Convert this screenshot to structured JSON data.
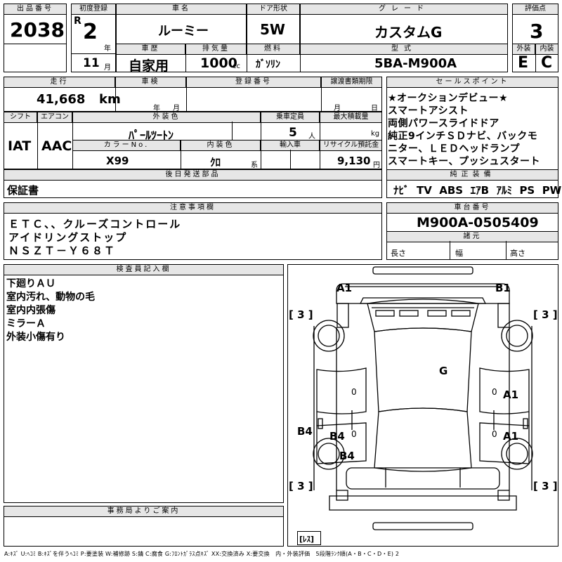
{
  "header": {
    "lot_label": "出品番号",
    "lot_value": "2038",
    "reg_label": "初度登録",
    "era": "R",
    "reg_year": "2",
    "year_unit": "年",
    "reg_month": "11",
    "month_unit": "月",
    "car_name_label": "車名",
    "car_name": "ルーミー",
    "door_label": "ドア形状",
    "door": "5W",
    "grade_label": "グレード",
    "grade": "カスタムG",
    "score_label": "評価点",
    "score": "3",
    "history_label": "車歴",
    "history": "自家用",
    "displacement_label": "排気量",
    "displacement": "1000",
    "displacement_unit": "cc",
    "fuel_label": "燃料",
    "fuel": "ｶﾞｿﾘﾝ",
    "model_label": "型式",
    "model": "5BA-M900A",
    "ext_grade_label": "外装",
    "ext_grade": "E",
    "int_grade_label": "内装",
    "int_grade": "C"
  },
  "row2": {
    "mileage_label": "走行",
    "mileage": "41,668",
    "mileage_unit": "km",
    "inspection_label": "車検",
    "insp_year_unit": "年",
    "insp_month_unit": "月",
    "plate_label": "登録番号",
    "transfer_label": "譲渡書類期限",
    "transfer_month_unit": "月",
    "transfer_day_unit": "日"
  },
  "row3": {
    "shift_label": "シフト",
    "shift": "IAT",
    "ac_label": "エアコン",
    "ac": "AAC",
    "ext_color_label": "外装色",
    "ext_color": "ﾊﾟｰﾙﾂｰﾄﾝ",
    "capacity_label": "乗車定員",
    "capacity": "5",
    "capacity_unit": "人",
    "max_load_label": "最大積載量",
    "max_load_unit": "kg",
    "color_no_label": "カラーNo.",
    "color_no": "X99",
    "int_color_label": "内装色",
    "int_color": "ｸﾛ",
    "int_color_suffix": "系",
    "import_label": "輸入車",
    "recycle_label": "リサイクル預託金",
    "recycle": "9,130",
    "recycle_unit": "円"
  },
  "later_docs": {
    "label": "後日発送部品",
    "value": "保証書"
  },
  "sales_points": {
    "label": "セールスポイント",
    "lines": [
      "★オークションデビュー★",
      "スマートアシスト",
      "両側パワースライドドア",
      "純正9インチＳＤナビ、バックモ",
      "ニター、ＬＥＤヘッドランプ",
      "スマートキー、プッシュスタート"
    ]
  },
  "equipment": {
    "label": "純正装備",
    "items": [
      "ﾅﾋﾞ",
      "TV",
      "ABS",
      "ｴｱB",
      "ｱﾙﾐ",
      "PS",
      "PW"
    ]
  },
  "notes": {
    "label": "注意事項欄",
    "lines": [
      "ＥＴＣ、、クルーズコントロール",
      "アイドリングストップ",
      "ＮＳＺＴ－Ｙ６８Ｔ"
    ]
  },
  "chassis": {
    "label": "車台番号",
    "value": "M900A-0505409",
    "specs_label": "諸元",
    "length": "長さ",
    "width": "幅",
    "height": "高さ"
  },
  "inspector": {
    "label": "検査員記入欄",
    "lines": [
      "下廻りＡＵ",
      "室内汚れ、動物の毛",
      "室内内張傷",
      "ミラーＡ",
      "外装小傷有り"
    ]
  },
  "diagram": {
    "marks": {
      "front_left": "A1",
      "front_right": "B1",
      "roof": "G",
      "right_front_door": "A1",
      "right_rear_door": "A1",
      "left_sill": "B4",
      "left_rear_door": "B4",
      "left_rear_panel": "B4"
    },
    "tires": {
      "fl": "3",
      "fr": "3",
      "rl": "3",
      "rr": "3"
    },
    "tire_bracket_l": "[",
    "tire_bracket_r": "]",
    "door_zero": "0",
    "spare": "[ﾚｽ]"
  },
  "office": {
    "label": "事務局よりご案内"
  },
  "footer": {
    "legend": "A:ｷｽﾞ U:ﾍｺﾐ B:ｷｽﾞを伴うﾍｺﾐ P:要塗装 W:補修跡 S:錆 C:腐食 G:ﾌﾛﾝﾄｶﾞﾗｽ点ｷｽﾞ XX:交換済み X:要交換　内・外装評価　5段階ﾗﾝｸ順(A・B・C・D・E) 2"
  }
}
